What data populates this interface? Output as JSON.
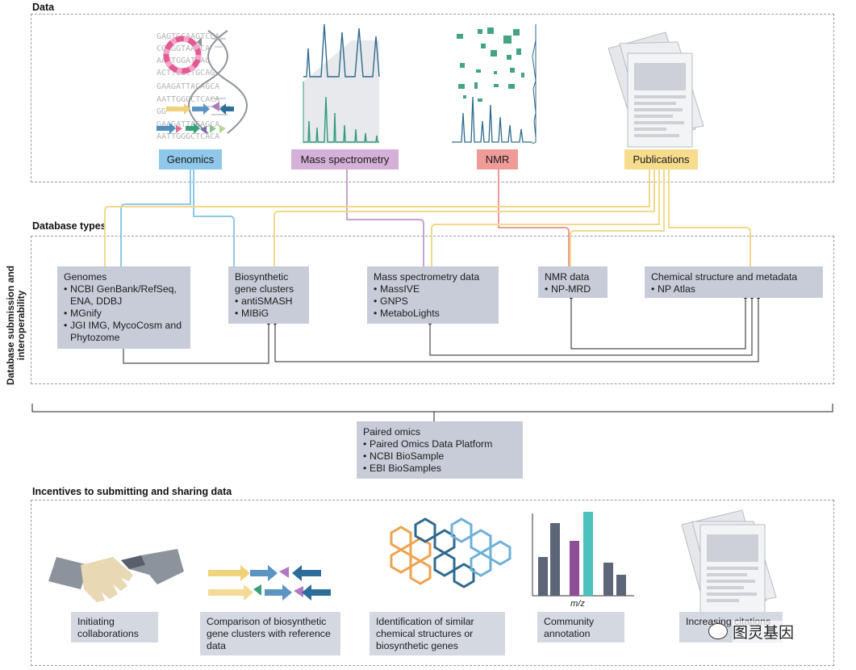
{
  "sections": {
    "data": "Data",
    "database_types": "Database types",
    "incentives": "Incentives to submitting and sharing data",
    "side_label_line1": "Database submission and",
    "side_label_line2": "interoperability"
  },
  "data_sources": [
    {
      "label": "Genomics",
      "color": "#8fc8ea"
    },
    {
      "label": "Mass spectrometry",
      "color": "#d5b0d9"
    },
    {
      "label": "NMR",
      "color": "#ef9c98"
    },
    {
      "label": "Publications",
      "color": "#f6dc8c"
    }
  ],
  "dna_text": [
    "GAGTGCAAGTCCA",
    "CGAGGTAATCA",
    "AATTGGATTAG",
    "ACTTGGCTGCAG",
    "GAAGATTACAGCA",
    "AATTGGGCTCACA",
    "GG",
    "GAAGATTACAGCA",
    "AATTGGGCTCACA"
  ],
  "mz_label": "m/z",
  "database_types": [
    {
      "title": "Genomes",
      "items": [
        "NCBI GenBank/RefSeq, ENA, DDBJ",
        "MGnify",
        "JGI IMG, MycoCosm and Phytozome"
      ]
    },
    {
      "title": "Biosynthetic gene clusters",
      "items": [
        "antiSMASH",
        "MIBiG"
      ]
    },
    {
      "title": "Mass spectrometry data",
      "items": [
        "MassIVE",
        "GNPS",
        "MetaboLights"
      ]
    },
    {
      "title": "NMR data",
      "items": [
        "NP-MRD"
      ]
    },
    {
      "title": "Chemical structure and metadata",
      "items": [
        "NP Atlas"
      ]
    }
  ],
  "paired_omics": {
    "title": "Paired omics",
    "items": [
      "Paired Omics Data Platform",
      "NCBI BioSample",
      "EBI BioSamples"
    ]
  },
  "incentives": [
    "Initiating collaborations",
    "Comparison of biosynthetic gene clusters with reference data",
    "Identification of similar chemical structures or biosynthetic genes",
    "Community annotation",
    "Increasing citations"
  ],
  "watermark": "图灵基因",
  "colors": {
    "genomics": "#8fc8ea",
    "ms": "#c9a2cf",
    "nmr": "#ec9c98",
    "pub": "#f2d98a",
    "spectrum_blue": "#2e6a8e",
    "spectrum_green": "#2f9b78",
    "db_box": "#c7ccd8",
    "incentive_box": "#d4d8e1"
  }
}
